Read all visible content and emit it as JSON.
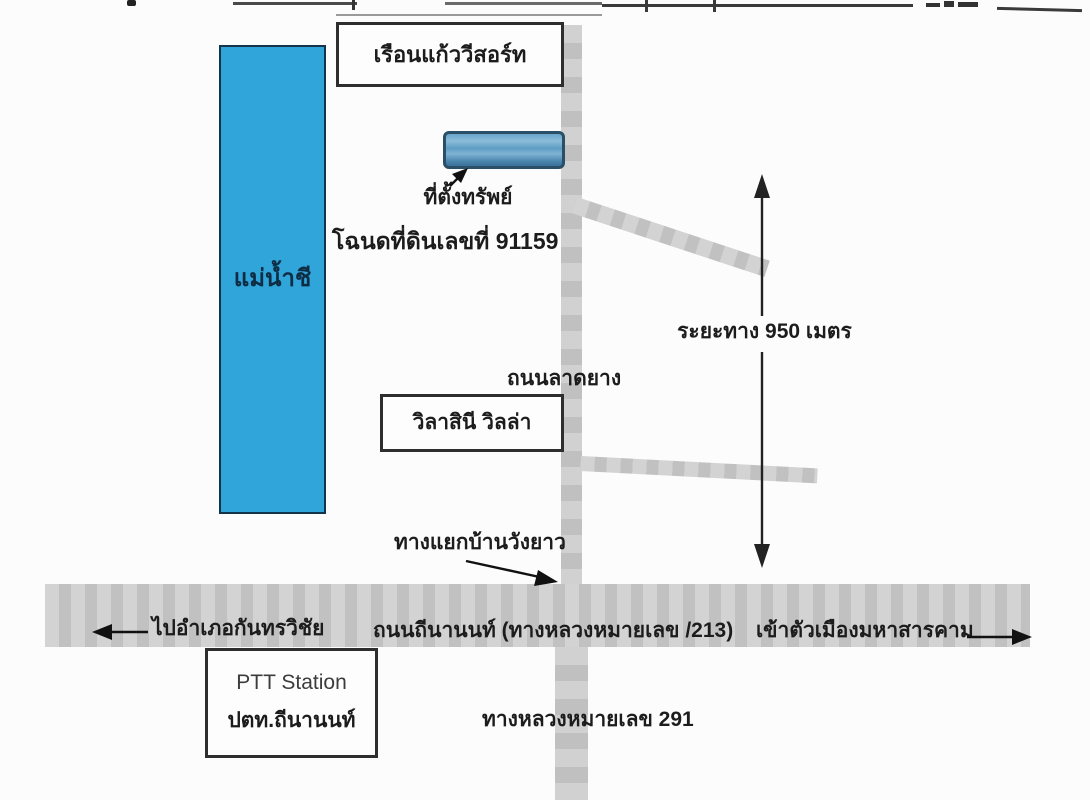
{
  "map": {
    "river_label": "แม่น้ำชี",
    "resort_box_label": "เรือนแก้ววีสอร์ท",
    "property_pointer_label": "ที่ตั้งทรัพย์",
    "deed_label": "โฉนดที่ดินเลขที่ 91159",
    "distance_label": "ระยะทาง 950 เมตร",
    "paved_road_label": "ถนนลาดยาง",
    "villa_box_label": "วิลาสินี วิลล่า",
    "junction_label": "ทางแยกบ้านวังยาว",
    "west_direction_label": "ไปอำเภอกันทรวิชัย",
    "main_road_label": "ถนนถีนานนท์ (ทางหลวงหมายเลข /213)",
    "east_direction_label": "เข้าตัวเมืองมหาสารคาม",
    "ptt_station_en": "PTT Station",
    "ptt_station_th": "ปตท.ถีนานนท์",
    "highway_291_label": "ทางหลวงหมายเลข 291",
    "colors": {
      "river_fill": "#2fa5da",
      "road_gray": "#c9c9c9",
      "property_bar_blue": "#5e9dc4",
      "ink": "#1c1c1c"
    }
  }
}
